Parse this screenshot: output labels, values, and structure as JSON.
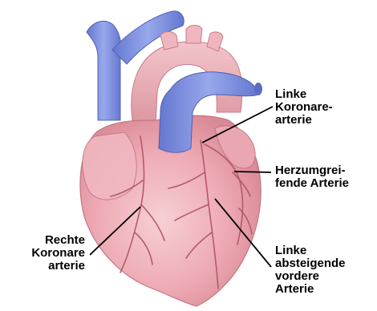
{
  "labels": {
    "left_coronary": [
      "Linke",
      "Koronare-",
      "arterie"
    ],
    "circumflex": [
      "Herzumgrei-",
      "fende Arterie"
    ],
    "right_coronary": [
      "Rechte",
      "Koronare",
      "arterie"
    ],
    "lad": [
      "Linke",
      "absteigende",
      "vordere",
      "Arterie"
    ]
  },
  "colors": {
    "heart_fill": "#f2b7bf",
    "heart_shade": "#d98a96",
    "vessel_blue": "#7d8fd9",
    "vessel_dark": "#5566b8",
    "artery_line": "#b45a6a"
  }
}
